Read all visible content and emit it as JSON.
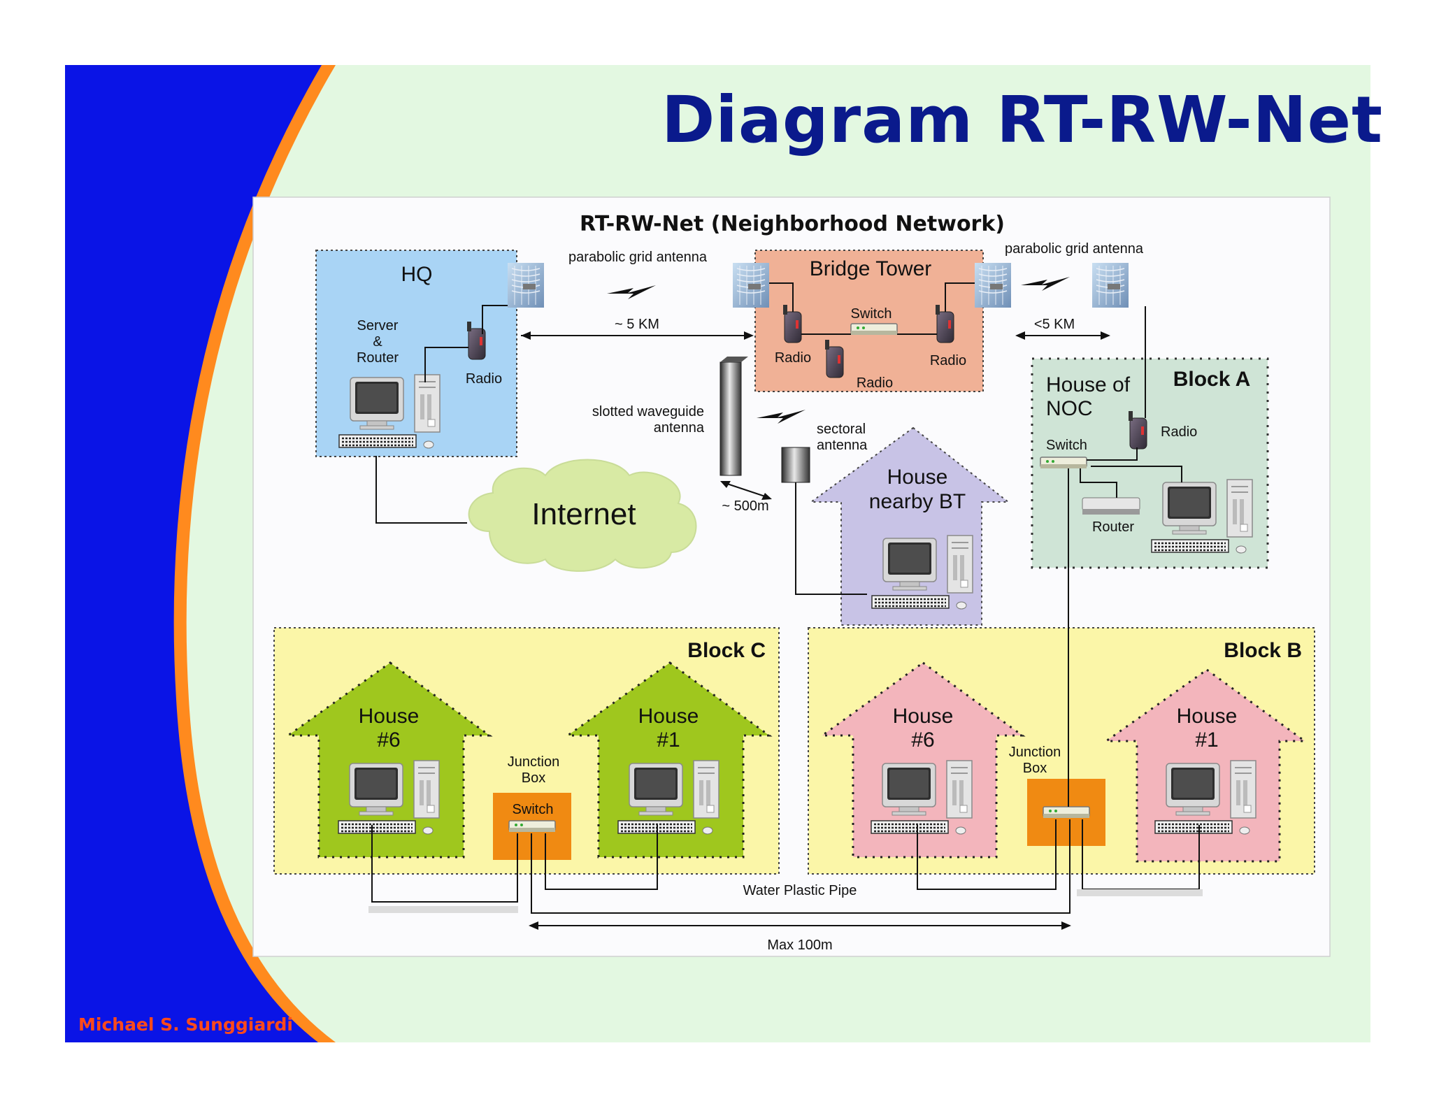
{
  "slide": {
    "title": "Diagram RT-RW-Net",
    "author": "Michael S. Sunggiardi"
  },
  "diagram": {
    "title": "RT-RW-Net (Neighborhood Network)",
    "hq": {
      "title": "HQ",
      "server_l1": "Server",
      "server_l2": "&",
      "server_l3": "Router",
      "radio": "Radio"
    },
    "bridge": {
      "title": "Bridge Tower",
      "switch": "Switch",
      "radio_left": "Radio",
      "radio_center": "Radio",
      "radio_right": "Radio"
    },
    "antenna_left": "parabolic grid antenna",
    "antenna_right": "parabolic grid antenna",
    "dist_5km": "~ 5 KM",
    "dist_lt5km": "<5 KM",
    "dist_500m": "~ 500m",
    "slotted_l1": "slotted waveguide",
    "slotted_l2": "antenna",
    "sectoral_l1": "sectoral",
    "sectoral_l2": "antenna",
    "internet": "Internet",
    "nearby": {
      "l1": "House",
      "l2": "nearby BT"
    },
    "block_a": {
      "title": "Block A",
      "noc_l1": "House of",
      "noc_l2": "NOC",
      "radio": "Radio",
      "switch": "Switch",
      "router": "Router"
    },
    "block_c": {
      "title": "Block C",
      "house6_l1": "House",
      "house6_l2": "#6",
      "house1_l1": "House",
      "house1_l2": "#1",
      "jb_l1": "Junction",
      "jb_l2": "Box",
      "switch": "Switch"
    },
    "block_b": {
      "title": "Block B",
      "house6_l1": "House",
      "house6_l2": "#6",
      "house1_l1": "House",
      "house1_l2": "#1",
      "jb_l1": "Junction",
      "jb_l2": "Box"
    },
    "pipe": "Water Plastic Pipe",
    "max": "Max 100m"
  },
  "colors": {
    "title_blue": "#0a1a8c",
    "side_blue": "#0a14e6",
    "side_orange": "#ff8a1e",
    "bg_green": "#e3f8e1",
    "hq_blue": "#a9d4f5",
    "bridge_salmon": "#f0b196",
    "block_a_green": "#cfe4d6",
    "nearby_lavender": "#c8c3e6",
    "block_yellow": "#fbf6a8",
    "house_green": "#9fc71e",
    "house_pink": "#f3b5bc",
    "junction_orange": "#f08a12",
    "cloud_green": "#d8eaa4",
    "author_red": "#ff4a1a"
  }
}
